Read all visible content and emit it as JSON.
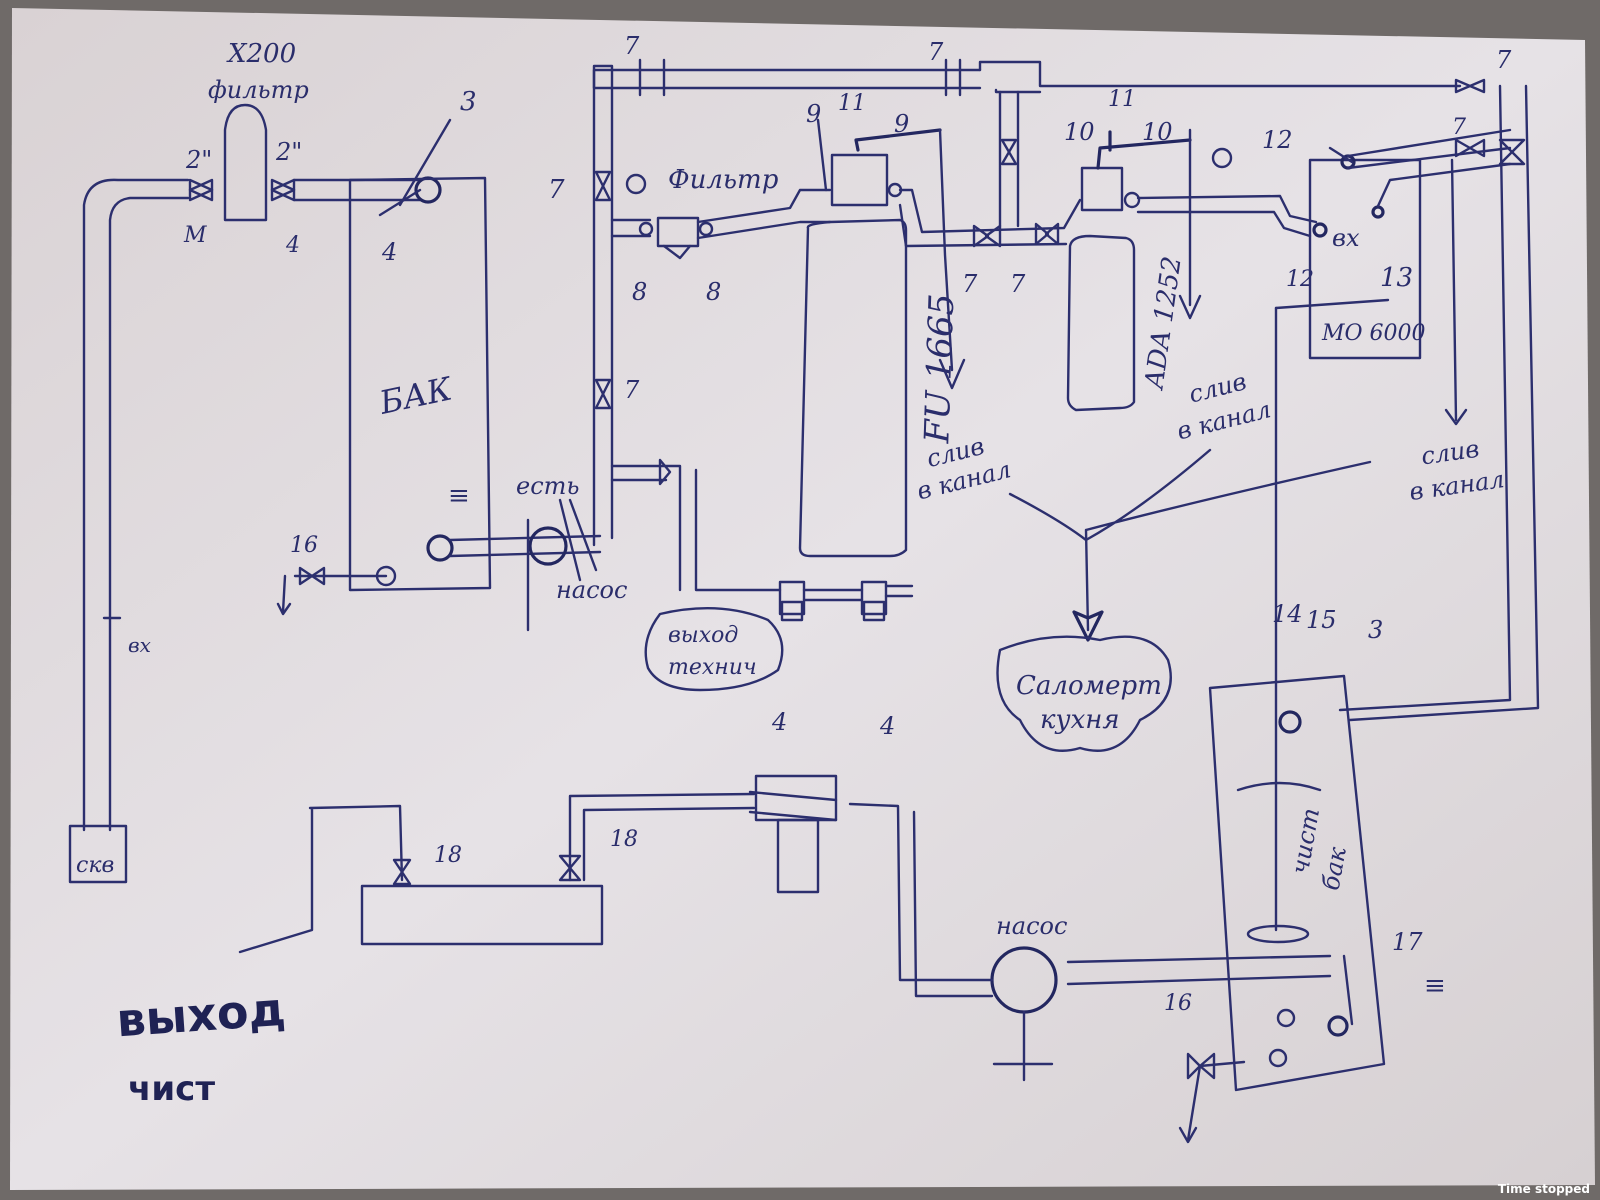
{
  "labels": {
    "coarse_filter_name": "Х200",
    "coarse_filter_word": "фильтр",
    "size_left": "2\"",
    "size_right": "2\"",
    "m_mark": "М",
    "tank_main": "БАК",
    "well": "скв",
    "pipe_in": "вх",
    "pump_top": "насос",
    "pump_exists": "есть",
    "filter_label": "Фильтр",
    "fu_unit": "FU 1665",
    "unit_1252": "ADA 1252",
    "unit_mo": "MO 6000",
    "in_short": "вх",
    "drain_1": [
      "слив",
      "в канал"
    ],
    "drain_2": [
      "слив",
      "в канал"
    ],
    "drain_3": [
      "слив",
      "в канал"
    ],
    "sewage_1": "Саломерт",
    "sewage_2": "кухня",
    "out_tech_1": "выход",
    "out_tech_2": "технич",
    "clean_tank_1": "чист",
    "clean_tank_2": "бак",
    "pump_bottom": "насос",
    "out_clean_1": "выход",
    "out_clean_2": "чист",
    "n3a": "3",
    "n4a": "4",
    "n4b": "4",
    "n7a": "7",
    "n7b": "7",
    "n7c": "7",
    "n7d": "7",
    "n7e": "7",
    "n7f": "7",
    "n7g": "7",
    "n7h": "7",
    "n8a": "8",
    "n8b": "8",
    "n9a": "9",
    "n9b": "9",
    "n10a": "10",
    "n10b": "10",
    "n11a": "11",
    "n11b": "11",
    "n12a": "12",
    "n12b": "12",
    "n13": "13",
    "n14": "14",
    "n15": "15",
    "n3b": "3",
    "n16a": "16",
    "n16b": "16",
    "n17": "17",
    "n18a": "18",
    "n18b": "18",
    "n4c": "4",
    "n4d": "4"
  },
  "status": {
    "time_stopped": "Time stopped"
  }
}
